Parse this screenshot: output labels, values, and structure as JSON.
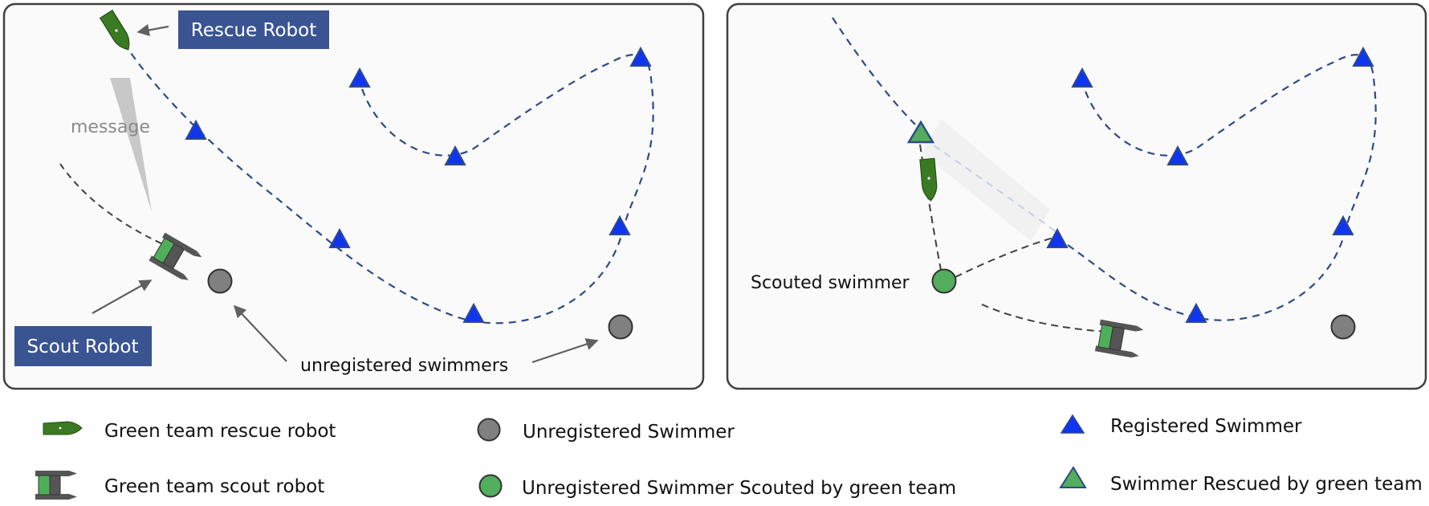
{
  "colors": {
    "panel_bg": "#fafafa",
    "panel_border": "#404040",
    "label_box": "#3a5492",
    "path_blue": "#2f4a8a",
    "path_gray": "#404040",
    "registered_fill": "#0f35f0",
    "registered_stroke": "#2f4a8a",
    "rescued_fill": "#52ad5c",
    "unregistered_fill": "#808080",
    "scouted_fill": "#52ad5c",
    "rescue_robot": "#3a7a22",
    "scout_body": "#555555",
    "scout_green": "#4fae5a",
    "arrow": "#606060",
    "message_wedge": "#c8c8c8"
  },
  "left_panel": {
    "rescue_robot_label": "Rescue Robot",
    "scout_robot_label": "Scout Robot",
    "message_label": "message",
    "unregistered_label": "unregistered swimmers"
  },
  "right_panel": {
    "scouted_label": "Scouted swimmer"
  },
  "legend": {
    "items": [
      {
        "icon": "rescue-robot-icon",
        "label": "Green team rescue robot"
      },
      {
        "icon": "scout-robot-icon",
        "label": "Green team scout robot"
      },
      {
        "icon": "unregistered-swimmer-icon",
        "label": "Unregistered Swimmer"
      },
      {
        "icon": "scouted-swimmer-icon",
        "label": "Unregistered Swimmer Scouted by green team"
      },
      {
        "icon": "registered-swimmer-icon",
        "label": "Registered Swimmer"
      },
      {
        "icon": "rescued-swimmer-icon",
        "label": "Swimmer Rescued by green team"
      }
    ]
  }
}
